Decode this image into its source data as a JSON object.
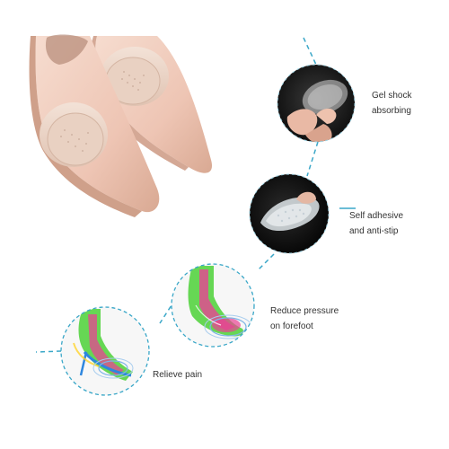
{
  "features": [
    {
      "id": "gel",
      "label": "Gel shock\nabsorbing",
      "icon": "gel-pad-in-hand-photo"
    },
    {
      "id": "self",
      "label": "Self adhesive\nand anti-stip",
      "icon": "gel-pad-closeup-photo"
    },
    {
      "id": "reduce",
      "label": "Reduce pressure\non forefoot",
      "icon": "foot-xray-photo"
    },
    {
      "id": "relieve",
      "label": "Relieve pain",
      "icon": "high-heel-xray-photo"
    }
  ],
  "colors": {
    "dashed_line": "#3aa7c8",
    "circle_border": "#9fd3e3",
    "label_text": "#333333",
    "shoe_beige": "#efcfc0",
    "shoe_shadow": "#c9a493",
    "xray_green": "#4cd137",
    "xray_pink": "#e84393",
    "xray_blue": "#2e86de",
    "dark_bg": "#141414"
  }
}
